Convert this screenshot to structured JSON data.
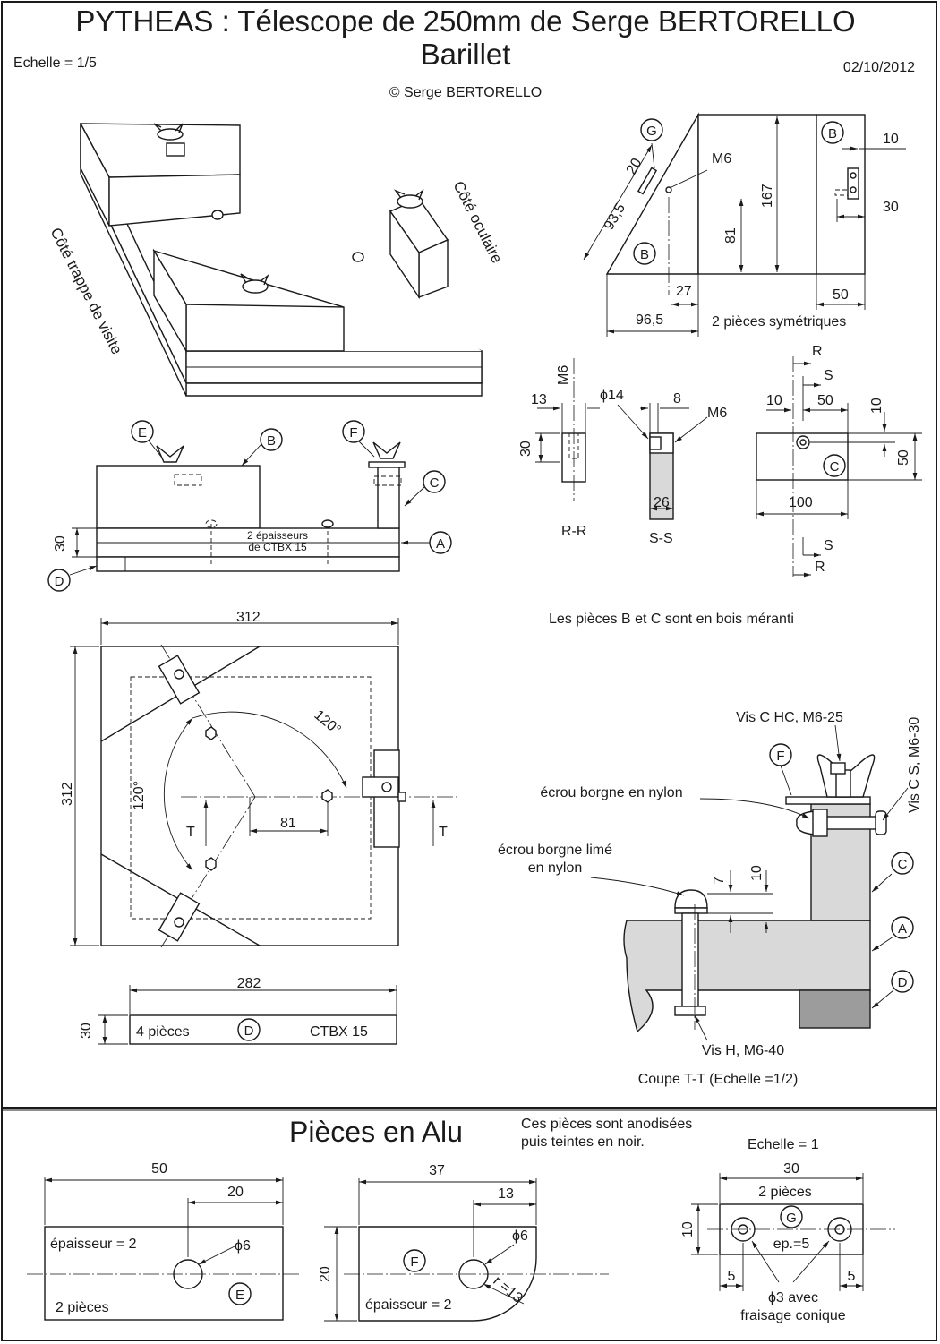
{
  "title": {
    "main": "PYTHEAS : Télescope de 250mm de Serge BERTORELLO",
    "sub": "Barillet",
    "scale": "Echelle =  1/5",
    "date": "02/10/2012",
    "copyright": "© Serge BERTORELLO"
  },
  "iso_view": {
    "label_trappe": "Côté trappe de visite",
    "label_oculaire": "Côté oculaire"
  },
  "piece_b": {
    "callouts": {
      "g": "G",
      "b1": "B",
      "b2": "B"
    },
    "dims": {
      "d20": "20",
      "d93": "93,5",
      "m6": "M6",
      "d81": "81",
      "d167": "167",
      "d27": "27",
      "d96": "96,5",
      "d10": "10",
      "d30": "30",
      "d50": "50"
    },
    "note": "2 pièces symétriques"
  },
  "elevation": {
    "callouts": {
      "e": "E",
      "b": "B",
      "f": "F",
      "c": "C",
      "a": "A",
      "d": "D"
    },
    "dim_30": "30",
    "note_line1": "2 épaisseurs",
    "note_line2": "de CTBX 15"
  },
  "piece_c": {
    "rr": {
      "m6": "M6",
      "d13": "13",
      "d30": "30",
      "label": "R-R"
    },
    "ss": {
      "phi14": "ϕ14",
      "d8": "8",
      "m6": "M6",
      "d26": "26",
      "label": "S-S"
    },
    "top": {
      "r": "R",
      "s": "S",
      "d10a": "10",
      "d50": "50",
      "d10b": "10",
      "d50v": "50",
      "d100": "100",
      "callout": "C",
      "s2": "S",
      "r2": "R"
    }
  },
  "material_note": "Les pièces B et C sont en bois méranti",
  "plan": {
    "d312h": "312",
    "d312v": "312",
    "angle1": "120°",
    "angle2": "120°",
    "d81": "81",
    "t1": "T",
    "t2": "T"
  },
  "piece_d": {
    "d282": "282",
    "d30": "30",
    "qty": "4 pièces",
    "callout": "D",
    "material": "CTBX 15"
  },
  "section": {
    "vis_chc": "Vis C HC, M6-25",
    "vis_cs": "Vis C S, M6-30",
    "ecrou1": "écrou borgne en nylon",
    "ecrou2_l1": "écrou borgne limé",
    "ecrou2_l2": "en nylon",
    "d7": "7",
    "d10": "10",
    "callouts": {
      "f": "F",
      "c": "C",
      "a": "A",
      "d": "D"
    },
    "vis_h": "Vis H, M6-40",
    "caption": "Coupe T-T (Echelle =1/2)"
  },
  "alu": {
    "title": "Pièces en Alu",
    "note_l1": "Ces pièces sont anodisées",
    "note_l2": "puis teintes en noir.",
    "scale": "Echelle = 1",
    "e": {
      "d50": "50",
      "d20": "20",
      "thk": "épaisseur = 2",
      "phi6": "ϕ6",
      "qty": "2 pièces",
      "callout": "E"
    },
    "f": {
      "d37": "37",
      "d13": "13",
      "phi6": "ϕ6",
      "callout": "F",
      "d20": "20",
      "r13": "r =13",
      "thk": "épaisseur = 2"
    },
    "g": {
      "d30": "30",
      "qty": "2 pièces",
      "callout": "G",
      "d10": "10",
      "ep": "ep.=5",
      "d5a": "5",
      "d5b": "5",
      "hole_l1": "ϕ3 avec",
      "hole_l2": "fraisage conique"
    }
  },
  "colors": {
    "ink": "#1a1a1a",
    "light_grey": "#d9d9d9",
    "dark_grey": "#9c9c9c",
    "paper": "#ffffff"
  }
}
